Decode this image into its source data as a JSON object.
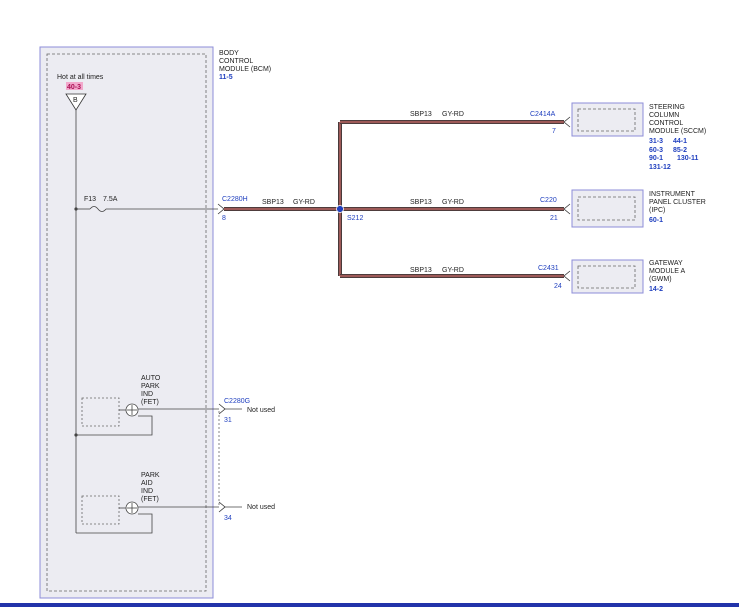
{
  "bcm": {
    "title_lines": [
      "BODY",
      "CONTROL",
      "MODULE (BCM)"
    ],
    "ref": "11-5",
    "hot_label": "Hot at all times",
    "hot_ref": "40-3",
    "bus_letter": "B",
    "fuse_name": "F13",
    "fuse_rating": "7.5A",
    "connector_main": "C2280H",
    "pin_main": "8",
    "connector_g": "C2280G",
    "pin_auto_park": "31",
    "pin_park_aid": "34",
    "not_used": "Not used",
    "auto_park_lines": [
      "AUTO",
      "PARK",
      "IND",
      "(FET)"
    ],
    "park_aid_lines": [
      "PARK",
      "AID",
      "IND",
      "(FET)"
    ]
  },
  "wires": {
    "circuit": "SBP13",
    "color": "GY-RD",
    "splice": "S212",
    "wire_color_hex": "#9e5a58"
  },
  "modules": {
    "sccm": {
      "connector": "C2414A",
      "pin": "7",
      "title_lines": [
        "STEERING",
        "COLUMN",
        "CONTROL",
        "MODULE (SCCM)"
      ],
      "ref_rows": [
        [
          "31-3",
          "44-1"
        ],
        [
          "60-3",
          "85-2"
        ],
        [
          "90-1",
          "130-11"
        ],
        [
          "131-12",
          ""
        ]
      ]
    },
    "ipc": {
      "connector": "C220",
      "pin": "21",
      "title_lines": [
        "INSTRUMENT",
        "PANEL CLUSTER",
        "(IPC)"
      ],
      "ref": "60-1"
    },
    "gwm": {
      "connector": "C2431",
      "pin": "24",
      "title_lines": [
        "GATEWAY",
        "MODULE A",
        "(GWM)"
      ],
      "ref": "14-2"
    }
  }
}
